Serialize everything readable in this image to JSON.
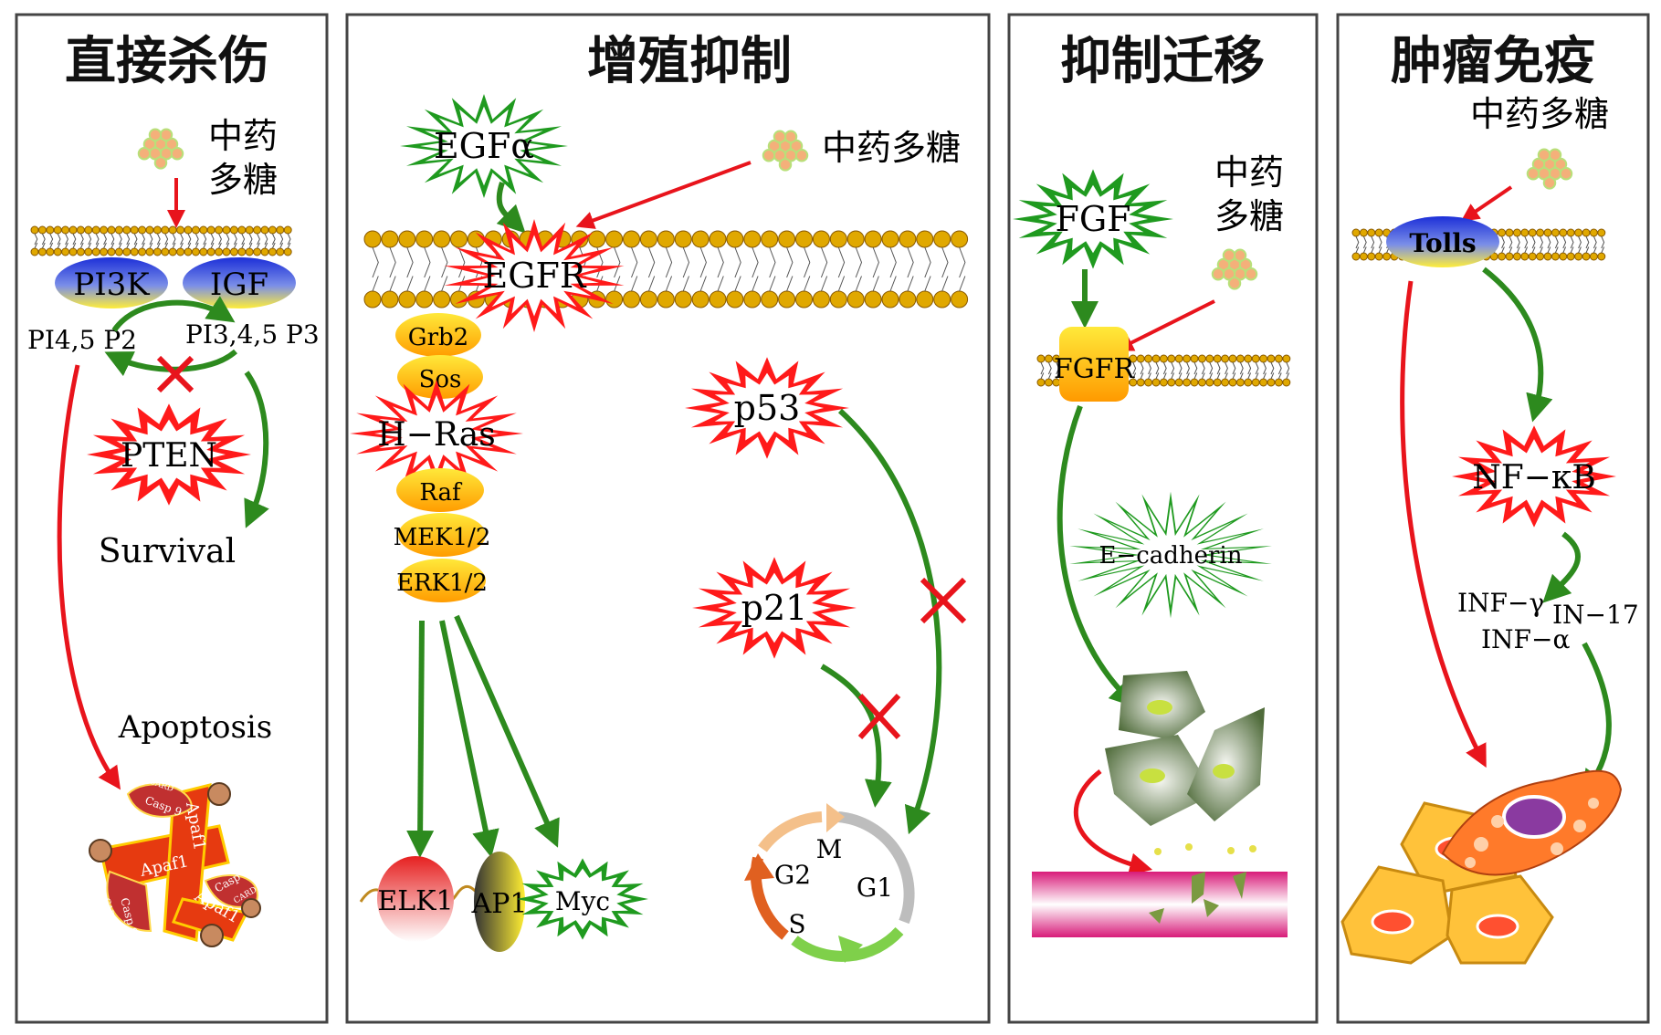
{
  "panels": [
    {
      "title": "直接杀伤"
    },
    {
      "title": "增殖抑制"
    },
    {
      "title": "抑制迁移"
    },
    {
      "title": "肿瘤免疫"
    }
  ],
  "p1": {
    "tcm_line1": "中药",
    "tcm_line2": "多糖",
    "pi3k": "PI3K",
    "igf": "IGF",
    "pip2": "PI4,5 P2",
    "pip3": "PI3,4,5 P3",
    "pten": "PTEN",
    "survival": "Survival",
    "apoptosis": "Apoptosis",
    "apaf1": "Apaf1",
    "casp9": "Casp 9",
    "card": "CARD"
  },
  "p2": {
    "egf": "EGFα",
    "tcm": "中药多糖",
    "egfr": "EGFR",
    "grb2": "Grb2",
    "sos": "Sos",
    "hras": "H−Ras",
    "raf": "Raf",
    "mek": "MEK1/2",
    "erk": "ERK1/2",
    "p53": "p53",
    "p21": "p21",
    "elk1": "ELK1",
    "ap1": "AP1",
    "myc": "Myc",
    "m": "M",
    "g2": "G2",
    "g1": "G1",
    "s": "S"
  },
  "p3": {
    "fgf": "FGF",
    "tcm_line1": "中药",
    "tcm_line2": "多糖",
    "fgfr": "FGFR",
    "ecad": "E−cadherin"
  },
  "p4": {
    "tcm": "中药多糖",
    "tolls": "Tolls",
    "nfkb": "NF−κB",
    "infg": "INF−γ",
    "in17": "IN−17",
    "infa": "INF−α"
  },
  "colors": {
    "inhibit_red": "#e8141c",
    "activate_green": "#2d8a1e",
    "star_red": "#ff1a1a",
    "star_green": "#1f9a1f",
    "membrane_bead": "#e0a800",
    "oval_yellow": "#ffe23a"
  }
}
